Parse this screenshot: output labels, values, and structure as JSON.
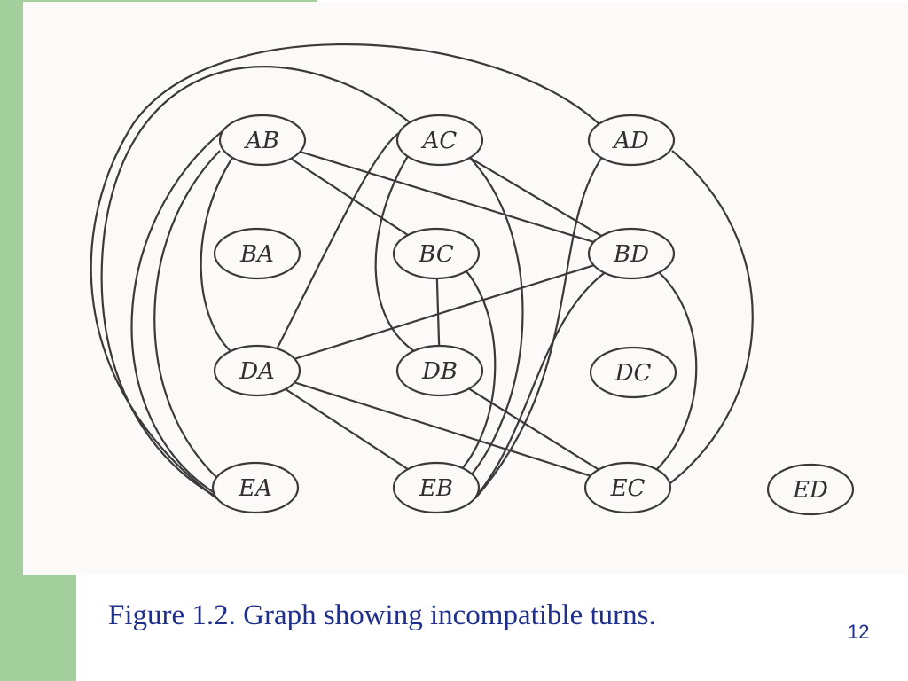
{
  "slide": {
    "caption": "Figure 1.2. Graph showing incompatible turns.",
    "page_number": "12",
    "accent_color": "#a3cf9c",
    "caption_color": "#1f2f8c"
  },
  "graph": {
    "nodes": [
      {
        "id": "AB",
        "label": "AB"
      },
      {
        "id": "AC",
        "label": "AC"
      },
      {
        "id": "AD",
        "label": "AD"
      },
      {
        "id": "BA",
        "label": "BA"
      },
      {
        "id": "BC",
        "label": "BC"
      },
      {
        "id": "BD",
        "label": "BD"
      },
      {
        "id": "DA",
        "label": "DA"
      },
      {
        "id": "DB",
        "label": "DB"
      },
      {
        "id": "DC",
        "label": "DC"
      },
      {
        "id": "EA",
        "label": "EA"
      },
      {
        "id": "EB",
        "label": "EB"
      },
      {
        "id": "EC",
        "label": "EC"
      },
      {
        "id": "ED",
        "label": "ED"
      }
    ],
    "edges": [
      [
        "AB",
        "BC"
      ],
      [
        "AB",
        "BD"
      ],
      [
        "AB",
        "DA"
      ],
      [
        "AB",
        "EA"
      ],
      [
        "AC",
        "DA"
      ],
      [
        "AC",
        "BD"
      ],
      [
        "AC",
        "DB"
      ],
      [
        "AC",
        "EB"
      ],
      [
        "AC",
        "EA"
      ],
      [
        "AD",
        "EA"
      ],
      [
        "AD",
        "EB"
      ],
      [
        "AD",
        "EC"
      ],
      [
        "BC",
        "DB"
      ],
      [
        "BC",
        "EB"
      ],
      [
        "BD",
        "DA"
      ],
      [
        "BD",
        "EB"
      ],
      [
        "BD",
        "EC"
      ],
      [
        "DA",
        "EB"
      ],
      [
        "DA",
        "EC"
      ],
      [
        "DB",
        "EC"
      ],
      [
        "EA",
        "AB"
      ]
    ]
  }
}
